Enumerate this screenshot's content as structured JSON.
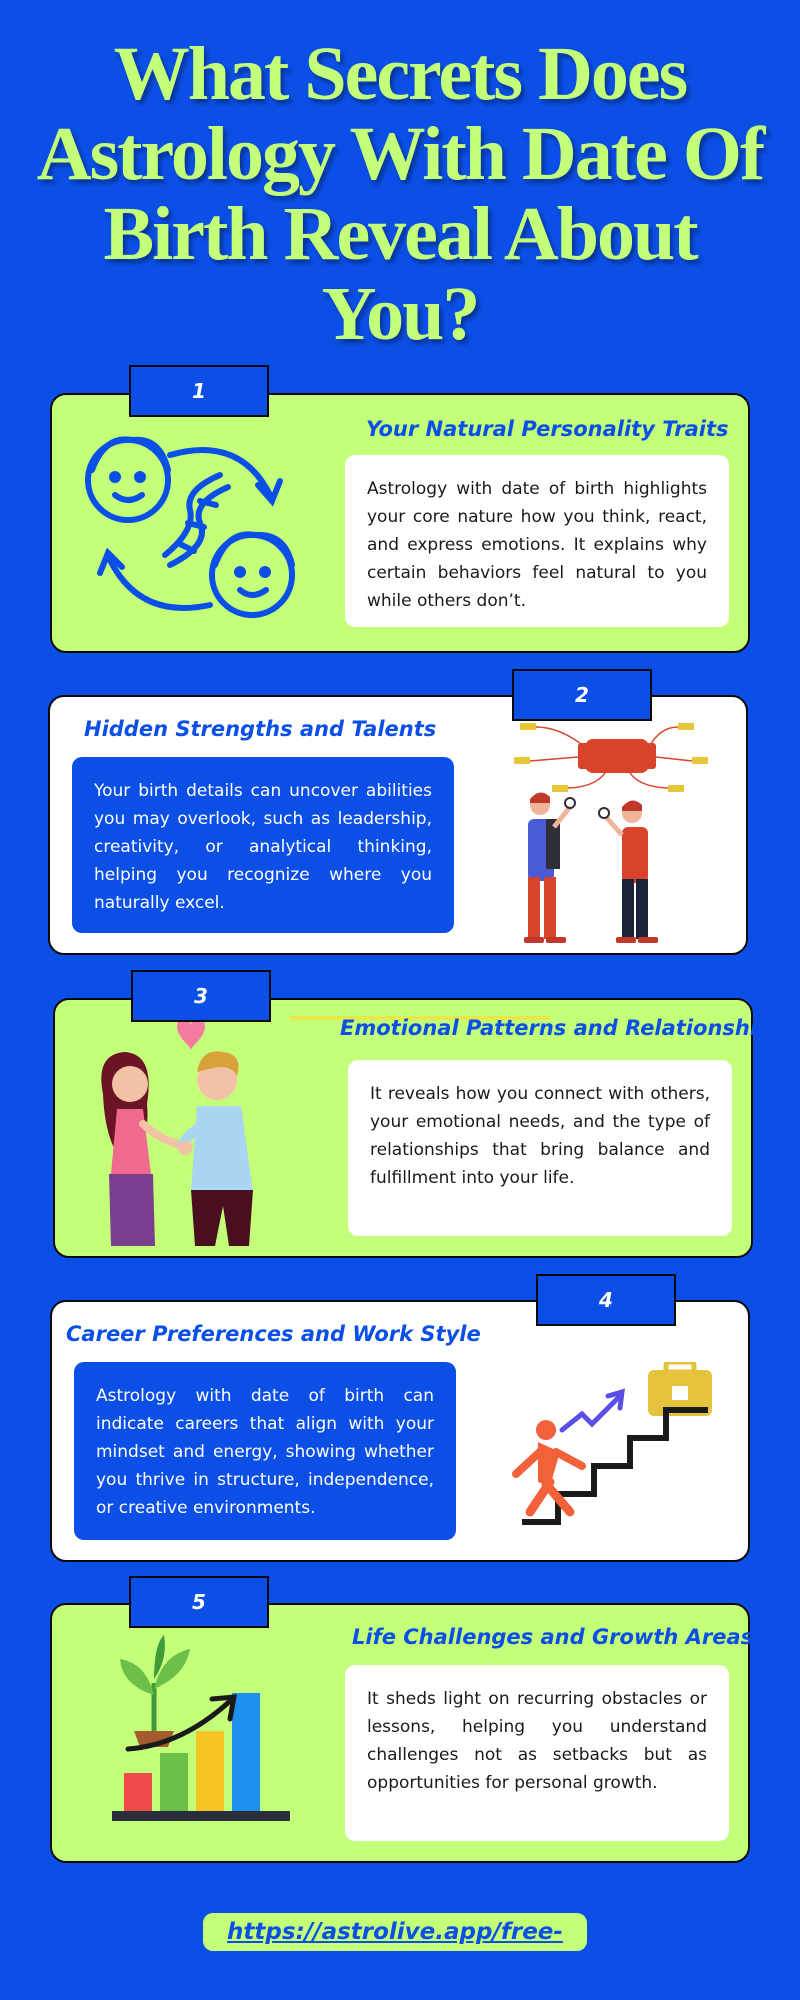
{
  "title": "What Secrets Does Astrology With Date Of Birth Reveal About You?",
  "sections": [
    {
      "number": "1",
      "heading": "Your Natural Personality Traits",
      "text": "Astrology with date of birth highlights your core nature how you think, react, and express emotions. It explains why certain behaviors feel natural to you while others don’t.",
      "icon": "faces-dna-icon"
    },
    {
      "number": "2",
      "heading": "Hidden Strengths and Talents",
      "text": "Your birth details can uncover abilities you may overlook, such as leadership, creativity, or analytical thinking, helping you recognize where you naturally excel.",
      "icon": "people-strength-icon"
    },
    {
      "number": "3",
      "heading": "Emotional Patterns and Relationships",
      "text": "It reveals how you connect with others, your emotional needs, and the type of relationships that bring balance and fulfillment into your life.",
      "icon": "couple-heart-icon"
    },
    {
      "number": "4",
      "heading": "Career Preferences and Work Style",
      "text": "Astrology with date of birth can indicate careers that align with your mindset and energy, showing whether you thrive in structure, independence, or creative environments.",
      "icon": "career-stairs-icon"
    },
    {
      "number": "5",
      "heading": "Life Challenges and Growth Areas",
      "text": "It sheds light on recurring obstacles or lessons, helping you understand challenges not as setbacks but as opportunities for personal growth.",
      "icon": "growth-chart-icon"
    }
  ],
  "footer_url": "https://astrolive.app/free-kundli",
  "colors": {
    "background": "#0b4fe6",
    "accent_green": "#c4ff7a",
    "card_white": "#ffffff",
    "text_dark": "#1a1a1a"
  }
}
